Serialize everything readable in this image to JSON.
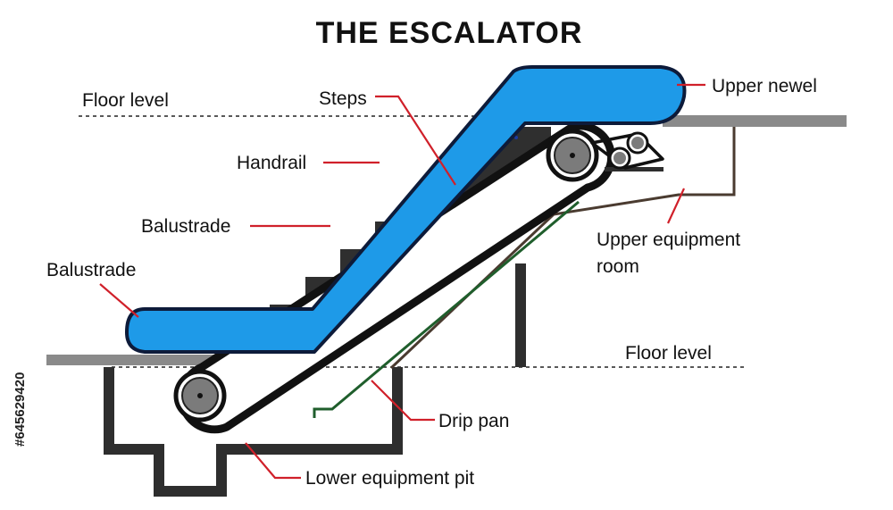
{
  "title": "THE ESCALATOR",
  "labels": {
    "floor_level_top": "Floor level",
    "steps": "Steps",
    "upper_newel": "Upper newel",
    "handrail": "Handrail",
    "balustrade_1": "Balustrade",
    "balustrade_2": "Balustrade",
    "upper_equipment_room_1": "Upper equipment",
    "upper_equipment_room_2": "room",
    "floor_level_bottom": "Floor level",
    "drip_pan": "Drip pan",
    "lower_equipment_pit": "Lower equipment pit"
  },
  "stock_id": "#645629420",
  "colors": {
    "handrail_fill": "#1e9ae8",
    "outline": "#0d1b3a",
    "pointer": "#d0202a",
    "floor": "#8a8a8a",
    "pit": "#2e2e2e",
    "drip_pan": "#1f5e2c",
    "truss": "#4a3b30"
  }
}
